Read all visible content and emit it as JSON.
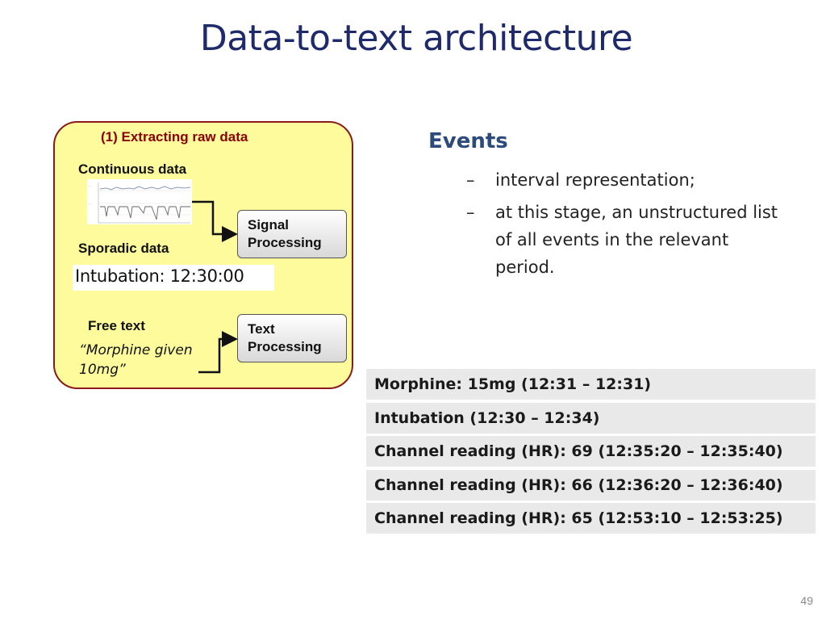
{
  "slide": {
    "title": "Data-to-text architecture",
    "page_number": "49"
  },
  "panel": {
    "heading": "(1) Extracting raw data",
    "continuous_label": "Continuous data",
    "sporadic_label": "Sporadic data",
    "sporadic_value": "Intubation: 12:30:00",
    "free_text_label": "Free text",
    "free_text_quote": "“Morphine given 10mg”",
    "signal_button": "Signal Processing",
    "text_button": "Text Processing"
  },
  "events": {
    "title": "Events",
    "bullets": [
      "interval representation;",
      "at this stage, an unstructured list of all events in the relevant period."
    ],
    "rows": [
      "Morphine: 15mg (12:31 – 12:31)",
      "Intubation (12:30 – 12:34)",
      "Channel reading (HR): 69 (12:35:20 – 12:35:40)",
      "Channel reading (HR): 66 (12:36:20 – 12:36:40)",
      "Channel reading (HR): 65 (12:53:10 – 12:53:25)"
    ]
  },
  "colors": {
    "title": "#1f2a6b",
    "panel_fill": "#fdfb9b",
    "panel_border": "#8b1a1a",
    "panel_heading": "#8b0000",
    "events_title": "#2c4a7c",
    "row_fill": "#e9e9e9"
  }
}
